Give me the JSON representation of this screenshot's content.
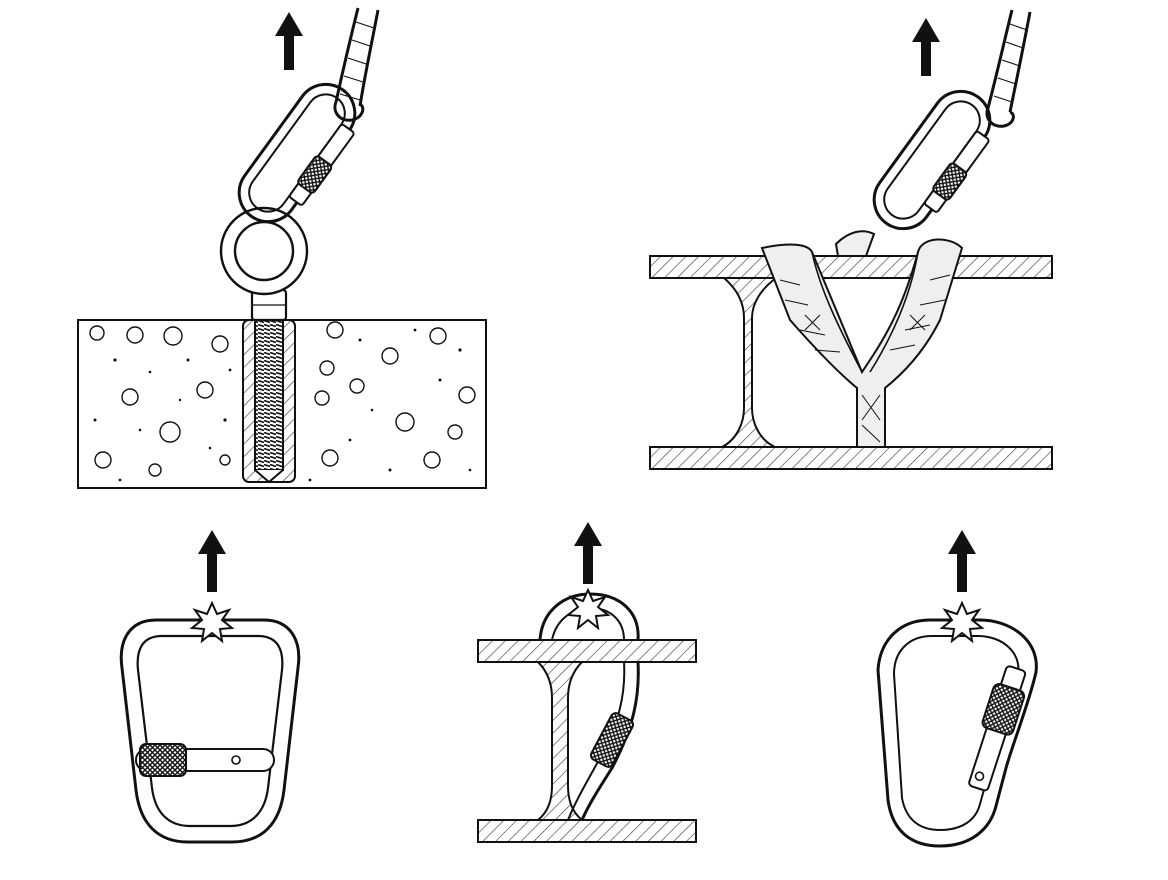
{
  "figure": {
    "panels": [
      {
        "id": "eyebolt-anchor",
        "icons": [
          "load-arrow-icon",
          "rope-icon",
          "screwgate-carabiner-icon",
          "eye-bolt-icon",
          "concrete-block-icon",
          "threaded-hole-icon"
        ]
      },
      {
        "id": "girder-sling-anchor",
        "icons": [
          "load-arrow-icon",
          "rope-icon",
          "screwgate-carabiner-icon",
          "webbing-sling-icon",
          "i-beam-icon"
        ]
      },
      {
        "id": "cross-loaded-carabiner",
        "icons": [
          "load-arrow-icon",
          "stress-burst-icon",
          "oval-carabiner-icon"
        ]
      },
      {
        "id": "carabiner-over-beam-edge",
        "icons": [
          "load-arrow-icon",
          "stress-burst-icon",
          "i-beam-icon",
          "carabiner-icon"
        ]
      },
      {
        "id": "gate-loaded-carabiner",
        "icons": [
          "load-arrow-icon",
          "stress-burst-icon",
          "hms-carabiner-icon"
        ]
      }
    ],
    "colors": {
      "ink": "#111111",
      "paper": "#ffffff",
      "hatch": "#444444",
      "sling": "#efefef"
    }
  }
}
